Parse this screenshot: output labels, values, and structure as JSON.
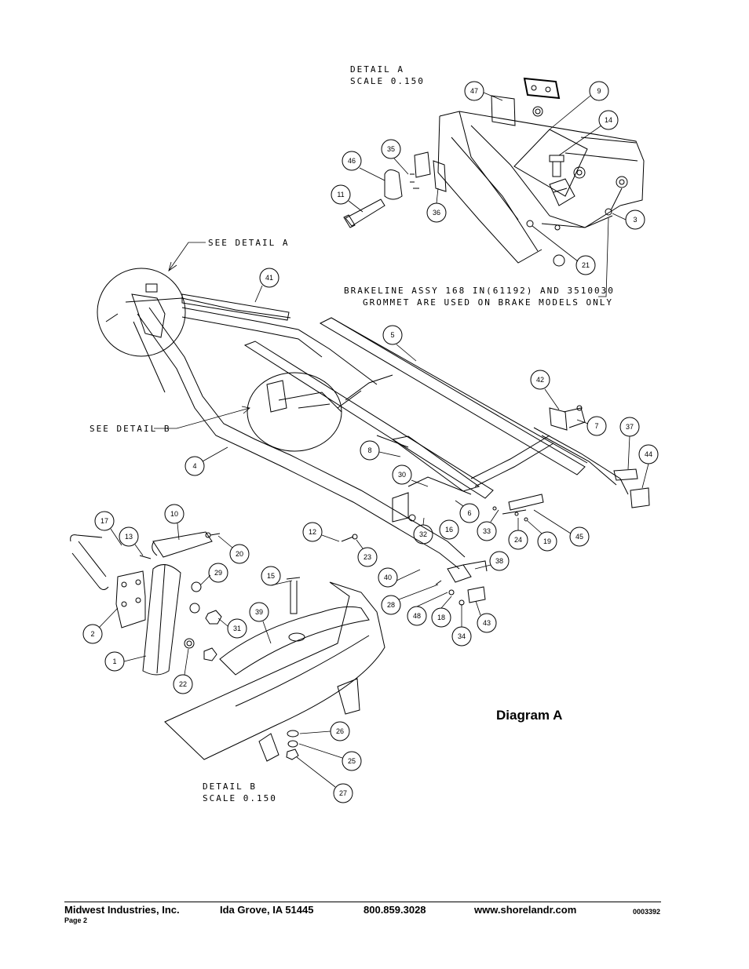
{
  "detail_a": {
    "line1": "DETAIL  A",
    "line2": "SCALE  0.150"
  },
  "detail_b": {
    "line1": "DETAIL  B",
    "line2": "SCALE  0.150"
  },
  "see_detail_a": "SEE DETAIL  A",
  "see_detail_b": "SEE DETAIL  B",
  "brakeline_note": {
    "line1": "BRAKELINE ASSY 168 IN(61192) AND 3510030",
    "line2": "GROMMET ARE USED ON BRAKE MODELS ONLY"
  },
  "diagram_label": "Diagram A",
  "callouts": [
    "47",
    "9",
    "14",
    "35",
    "46",
    "11",
    "36",
    "3",
    "21",
    "41",
    "5",
    "42",
    "7",
    "37",
    "44",
    "8",
    "4",
    "30",
    "6",
    "16",
    "32",
    "33",
    "24",
    "19",
    "45",
    "12",
    "23",
    "38",
    "40",
    "28",
    "48",
    "18",
    "34",
    "43",
    "10",
    "17",
    "13",
    "20",
    "29",
    "2",
    "31",
    "1",
    "22",
    "15",
    "39",
    "26",
    "25",
    "27"
  ],
  "footer": {
    "company": "Midwest Industries, Inc.",
    "city": "Ida Grove, IA  51445",
    "phone": "800.859.3028",
    "web": "www.shorelandr.com",
    "code": "0003392",
    "page": "Page 2"
  }
}
